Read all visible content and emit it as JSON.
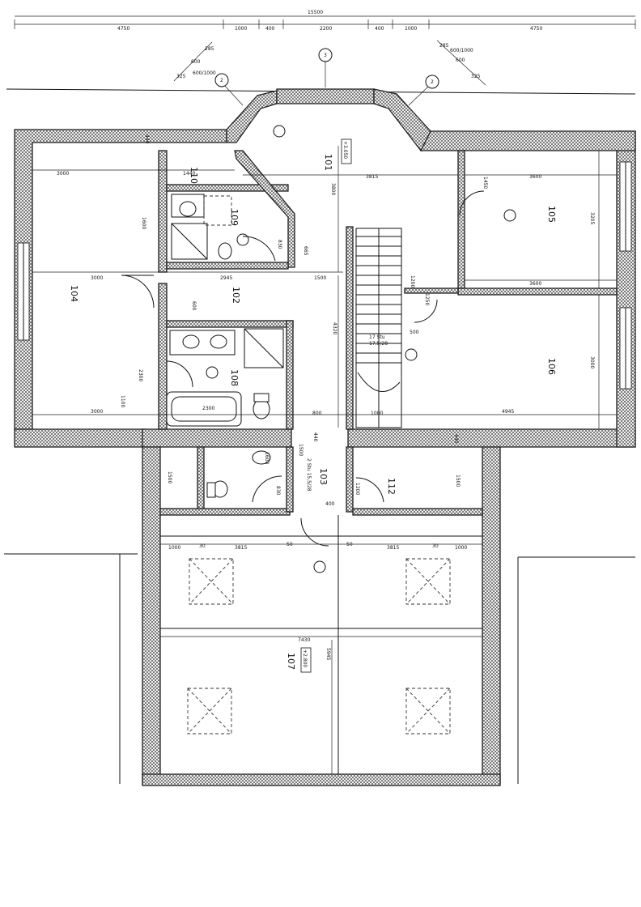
{
  "rooms": {
    "r101": "101",
    "r102": "102",
    "r103": "103",
    "r104": "104",
    "r105": "105",
    "r106": "106",
    "r107": "107",
    "r108": "108",
    "r109": "109",
    "r110": "110",
    "r112": "112"
  },
  "level_marks": {
    "main": "+3.050",
    "attic": "+2.800"
  },
  "axes": {
    "a1": "3",
    "a2": "2",
    "a3": "2"
  },
  "stair": {
    "steps": "17 Stu",
    "ratio": "17,5/28"
  },
  "dimensions": {
    "top_left": "4750",
    "top_1000a": "1000",
    "top_400a": "400",
    "top_center": "2200",
    "top_400b": "400",
    "top_1000b": "1000",
    "top_right": "4750",
    "top_overall": "15500",
    "l104_w": "3000",
    "l104_mid": "3000",
    "l104_bot": "3000",
    "l102_w": "2945",
    "l110_w": "1440",
    "l109_h": "1600",
    "c101_v": "3800",
    "c101_h": "3815",
    "c102_v": "4320",
    "r105_w": "3600",
    "r105_w2": "3600",
    "r105_h": "3205",
    "r106_h": "3000",
    "r106_w": "4945",
    "r108_h": "2300",
    "bath": "2300",
    "hall_1500": "1500",
    "d1500a": "1500",
    "d1500b": "1500",
    "att_w1": "3815",
    "att_w2": "3815",
    "att_1000": "1000",
    "att_1000b": "1000",
    "att_total": "7430",
    "att_h": "5945",
    "d1200": "1200",
    "d1200b": "1200",
    "d1100": "1100",
    "d600": "600",
    "d665": "665",
    "d1450": "1450",
    "d1500x": "1500",
    "d1250": "1250",
    "d440a": "440",
    "d440b": "440",
    "d440c": "440",
    "d400": "400",
    "d800": "800",
    "d500": "500",
    "d30a": "30",
    "d30b": "30",
    "d50a": "50",
    "d50b": "50",
    "bay_l1": "325",
    "bay_l2": "600",
    "bay_l3": "285",
    "bay_r1": "285",
    "bay_r2": "600",
    "bay_r3": "325",
    "bay_l4": "600/1000",
    "bay_r4": "600/1000",
    "d103": "2 Stu 15,5/28",
    "d830a": "830",
    "d830b": "830",
    "d1000": "1000",
    "d1600": "1600"
  }
}
